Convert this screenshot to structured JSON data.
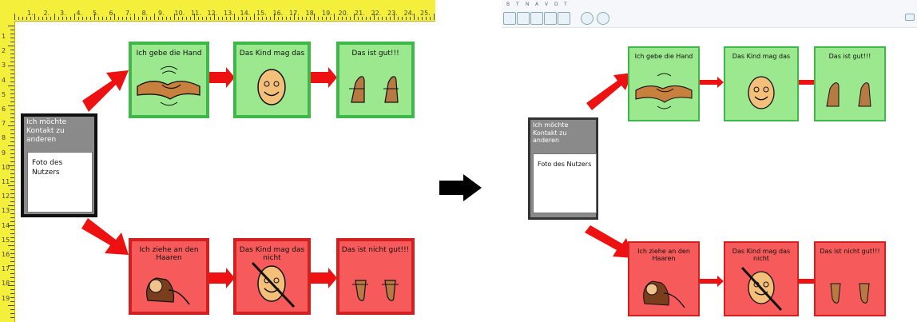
{
  "left_window": {
    "ruler": {
      "marks": [
        "1.",
        "2.",
        "3.",
        "4.",
        "5.",
        "6.",
        "7.",
        "8.",
        "9.",
        "10.",
        "11.",
        "12.",
        "13.",
        "14.",
        "15.",
        "16.",
        "17.",
        "18.",
        "19.",
        "20.",
        "21.",
        "22.",
        "23.",
        "24.",
        "25."
      ]
    },
    "person": {
      "header": "Ich möchte Kontakt zu anderen",
      "photo": "Foto des Nutzers"
    },
    "top_row": [
      {
        "title": "Ich gebe die Hand",
        "icon": "handshake-icon"
      },
      {
        "title": "Das Kind mag das",
        "icon": "smiling-egg-icon"
      },
      {
        "title": "Das ist gut!!!",
        "icon": "thumbs-up-icon"
      }
    ],
    "bottom_row": [
      {
        "title": "Ich ziehe an den Haaren",
        "icon": "hair-pulling-icon"
      },
      {
        "title": "Das Kind mag das nicht",
        "icon": "crossed-egg-icon"
      },
      {
        "title": "Das ist nicht gut!!!",
        "icon": "thumbs-down-icon"
      }
    ]
  },
  "right_window": {
    "toolbar": {
      "labels": [
        "B",
        "T",
        "N",
        "A",
        "V",
        "D",
        "T"
      ]
    },
    "person": {
      "header": "Ich möchte Kontakt zu anderen",
      "photo": "Foto des Nutzers"
    },
    "top_row": [
      {
        "title": "Ich gebe die Hand",
        "icon": "handshake-icon"
      },
      {
        "title": "Das Kind mag das",
        "icon": "smiling-egg-icon"
      },
      {
        "title": "Das ist gut!!!",
        "icon": "thumbs-up-icon"
      }
    ],
    "bottom_row": [
      {
        "title": "Ich ziehe an den Haaren",
        "icon": "hair-pulling-icon"
      },
      {
        "title": "Das Kind mag das nicht",
        "icon": "crossed-egg-icon"
      },
      {
        "title": "Das ist nicht gut!!!",
        "icon": "thumbs-down-icon"
      }
    ]
  },
  "transition": {
    "icon": "right-arrow-icon"
  },
  "colors": {
    "green_card": "#9be88f",
    "green_border": "#3fb84a",
    "red_card": "#f75a5a",
    "red_border": "#d51e1e",
    "arrow": "#ee1111",
    "ruler": "#f4ef3a"
  }
}
